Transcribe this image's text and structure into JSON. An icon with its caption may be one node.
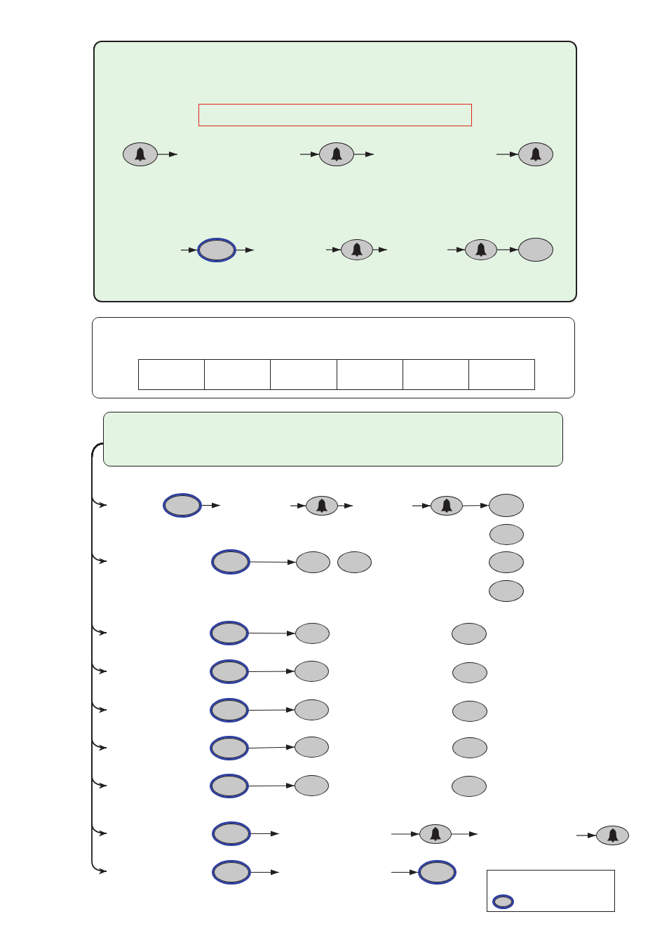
{
  "diagram": {
    "nodes": [
      {
        "text": [],
        "shape": "box"
      },
      {
        "text": [],
        "shape": "box",
        "in": 0
      },
      {
        "text": [],
        "shape": "bell",
        "in": 0
      },
      {
        "text": [],
        "shape": "bell",
        "in": 0
      },
      {
        "text": [],
        "shape": "bell",
        "in": 0
      },
      {
        "text": [],
        "shape": "ellipse",
        "in": 0
      },
      {
        "text": [],
        "shape": "bell",
        "in": 0
      },
      {
        "text": [],
        "shape": "bell",
        "in": 0
      },
      {
        "text": [],
        "shape": "ellipse",
        "in": 0
      },
      {
        "text": [],
        "shape": "box"
      },
      {
        "text": [],
        "shape": "box",
        "in": 9
      },
      {
        "text": [],
        "shape": "box",
        "in": 9
      },
      {
        "text": [],
        "shape": "box",
        "in": 9
      },
      {
        "text": [],
        "shape": "box",
        "in": 9
      },
      {
        "text": [],
        "shape": "box",
        "in": 9
      },
      {
        "text": [],
        "shape": "box",
        "in": 9
      },
      {
        "text": [],
        "shape": "box"
      },
      {
        "text": [],
        "shape": "ellipse"
      },
      {
        "text": [],
        "shape": "bell"
      },
      {
        "text": [],
        "shape": "bell"
      },
      {
        "text": [],
        "shape": "ellipse"
      },
      {
        "text": [],
        "shape": "ellipse"
      },
      {
        "text": [],
        "shape": "ellipse"
      },
      {
        "text": [],
        "shape": "ellipse"
      },
      {
        "text": [],
        "shape": "ellipse"
      },
      {
        "text": [],
        "shape": "ellipse"
      },
      {
        "text": [],
        "shape": "ellipse"
      },
      {
        "text": [],
        "shape": "ellipse"
      },
      {
        "text": [],
        "shape": "ellipse"
      },
      {
        "text": [],
        "shape": "ellipse"
      },
      {
        "text": [],
        "shape": "ellipse"
      },
      {
        "text": [],
        "shape": "ellipse"
      },
      {
        "text": [],
        "shape": "ellipse"
      },
      {
        "text": [],
        "shape": "ellipse"
      },
      {
        "text": [],
        "shape": "ellipse"
      },
      {
        "text": [],
        "shape": "ellipse"
      },
      {
        "text": [],
        "shape": "ellipse"
      },
      {
        "text": [],
        "shape": "ellipse"
      },
      {
        "text": [],
        "shape": "ellipse"
      },
      {
        "text": [],
        "shape": "ellipse"
      },
      {
        "text": [],
        "shape": "ellipse"
      },
      {
        "text": [],
        "shape": "ellipse"
      },
      {
        "text": [],
        "shape": "ellipse"
      },
      {
        "text": [],
        "shape": "bell"
      },
      {
        "text": [],
        "shape": "bell"
      },
      {
        "text": [],
        "shape": "ellipse"
      },
      {
        "text": [],
        "shape": "ellipse"
      },
      {
        "text": [],
        "shape": "box"
      },
      {
        "text": [],
        "shape": "ellipse",
        "in": 47
      }
    ],
    "edges": [
      {
        "from": 2,
        "to": null,
        "arrow": "to"
      },
      {
        "from": null,
        "to": 3,
        "arrow": "to"
      },
      {
        "from": 3,
        "to": null,
        "arrow": "to"
      },
      {
        "from": null,
        "to": 4,
        "arrow": "to"
      },
      {
        "from": null,
        "to": 5,
        "arrow": "to"
      },
      {
        "from": 5,
        "to": null,
        "arrow": "to"
      },
      {
        "from": null,
        "to": 6,
        "arrow": "to"
      },
      {
        "from": 6,
        "to": null,
        "arrow": "to"
      },
      {
        "from": null,
        "to": 7,
        "arrow": "to"
      },
      {
        "from": 7,
        "to": 8,
        "arrow": "to"
      },
      {
        "from": 16,
        "to": null,
        "arrow": "to"
      },
      {
        "from": 17,
        "to": null,
        "arrow": "to"
      },
      {
        "from": null,
        "to": 18,
        "arrow": "to"
      },
      {
        "from": 18,
        "to": null,
        "arrow": "to"
      },
      {
        "from": null,
        "to": 19,
        "arrow": "to"
      },
      {
        "from": 19,
        "to": 20,
        "arrow": "to"
      },
      {
        "from": 16,
        "to": null,
        "arrow": "to"
      },
      {
        "from": 22,
        "to": 23,
        "arrow": "to"
      },
      {
        "from": 16,
        "to": null,
        "arrow": "to"
      },
      {
        "from": 27,
        "to": 28,
        "arrow": "to"
      },
      {
        "from": 16,
        "to": null,
        "arrow": "to"
      },
      {
        "from": 30,
        "to": 31,
        "arrow": "to"
      },
      {
        "from": 16,
        "to": null,
        "arrow": "to"
      },
      {
        "from": 33,
        "to": 34,
        "arrow": "to"
      },
      {
        "from": 16,
        "to": null,
        "arrow": "to"
      },
      {
        "from": 36,
        "to": 37,
        "arrow": "to"
      },
      {
        "from": 16,
        "to": null,
        "arrow": "to"
      },
      {
        "from": 39,
        "to": 40,
        "arrow": "to"
      },
      {
        "from": 16,
        "to": null,
        "arrow": "to"
      },
      {
        "from": 42,
        "to": null,
        "arrow": "to"
      },
      {
        "from": null,
        "to": 43,
        "arrow": "to"
      },
      {
        "from": 43,
        "to": null,
        "arrow": "to"
      },
      {
        "from": null,
        "to": 44,
        "arrow": "to"
      },
      {
        "from": 16,
        "to": null,
        "arrow": "to"
      },
      {
        "from": 45,
        "to": null,
        "arrow": "to"
      },
      {
        "from": null,
        "to": 46,
        "arrow": "to"
      }
    ]
  }
}
